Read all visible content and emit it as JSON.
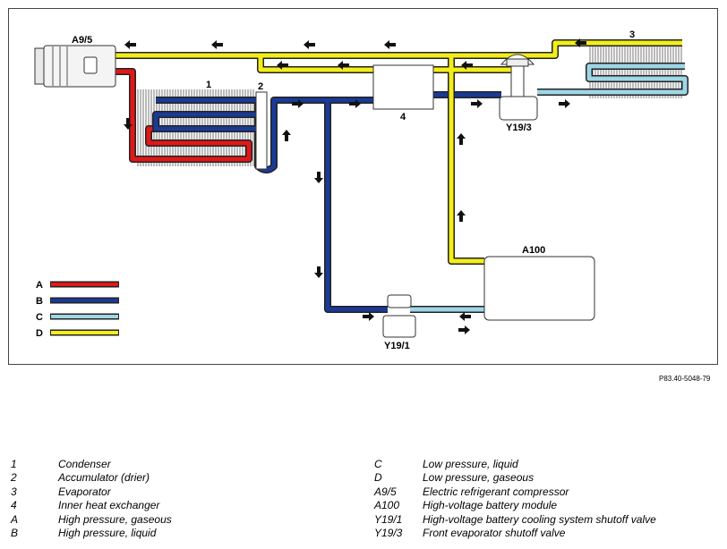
{
  "colors": {
    "high_pressure_gaseous": "#e01818",
    "high_pressure_liquid": "#1a3a96",
    "low_pressure_liquid": "#9fd6e6",
    "low_pressure_gaseous": "#f2ee1a",
    "outline": "#222222"
  },
  "diagram": {
    "components": {
      "compressor": "A9/5",
      "condenser": "1",
      "accumulator": "2",
      "evaporator": "3",
      "inner_heat_exchanger": "4",
      "battery_module": "A100",
      "front_valve": "Y19/3",
      "battery_valve": "Y19/1"
    },
    "line_keys": [
      "A",
      "B",
      "C",
      "D"
    ],
    "reference": "P83.40-5048-79",
    "icons": [
      "flow-arrow-icon"
    ]
  },
  "legend": {
    "left": [
      {
        "key": "1",
        "text": "Condenser"
      },
      {
        "key": "2",
        "text": "Accumulator (drier)"
      },
      {
        "key": "3",
        "text": "Evaporator"
      },
      {
        "key": "4",
        "text": "Inner heat exchanger"
      },
      {
        "key": "A",
        "text": "High pressure, gaseous"
      },
      {
        "key": "B",
        "text": "High pressure, liquid"
      }
    ],
    "right": [
      {
        "key": "C",
        "text": "Low pressure, liquid"
      },
      {
        "key": "D",
        "text": "Low pressure, gaseous"
      },
      {
        "key": "A9/5",
        "text": "Electric refrigerant compressor"
      },
      {
        "key": "A100",
        "text": "High-voltage battery module"
      },
      {
        "key": "Y19/1",
        "text": "High-voltage battery cooling system shutoff valve"
      },
      {
        "key": "Y19/3",
        "text": "Front evaporator shutoff valve"
      }
    ]
  }
}
